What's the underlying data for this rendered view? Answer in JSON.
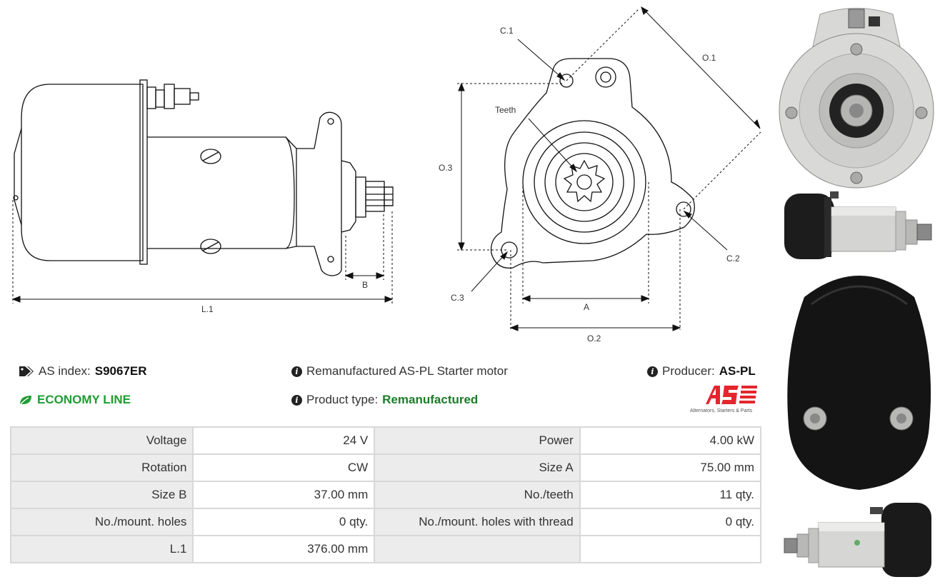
{
  "drawing": {
    "side_labels": {
      "l1": "L.1",
      "b": "B"
    },
    "front_labels": {
      "c1": "C.1",
      "c2": "C.2",
      "c3": "C.3",
      "o1": "O.1",
      "o2": "O.2",
      "o3": "O.3",
      "a": "A",
      "teeth": "Teeth"
    }
  },
  "info": {
    "as_index_label": "AS index:",
    "as_index_value": "S9067ER",
    "line_label": "ECONOMY LINE",
    "description": "Remanufactured AS-PL Starter motor",
    "product_type_label": "Product type:",
    "product_type_value": "Remanufactured",
    "producer_label": "Producer:",
    "producer_value": "AS-PL",
    "logo_text": "AS",
    "logo_tagline": "Alternators, Starters & Parts"
  },
  "icons": {
    "tags": "tags-icon",
    "leaf": "leaf-icon",
    "info": "info-icon",
    "logo": "as-pl-logo"
  },
  "colors": {
    "economy_green": "#1f9c32",
    "logo_red": "#e3262d"
  },
  "specs": [
    {
      "l1": "Voltage",
      "v1": "24 V",
      "l2": "Power",
      "v2": "4.00 kW"
    },
    {
      "l1": "Rotation",
      "v1": "CW",
      "l2": "Size A",
      "v2": "75.00 mm"
    },
    {
      "l1": "Size B",
      "v1": "37.00 mm",
      "l2": "No./teeth",
      "v2": "11 qty."
    },
    {
      "l1": "No./mount. holes",
      "v1": "0 qty.",
      "l2": "No./mount. holes with thread",
      "v2": "0 qty."
    },
    {
      "l1": "L.1",
      "v1": "376.00 mm",
      "l2": "",
      "v2": ""
    }
  ]
}
